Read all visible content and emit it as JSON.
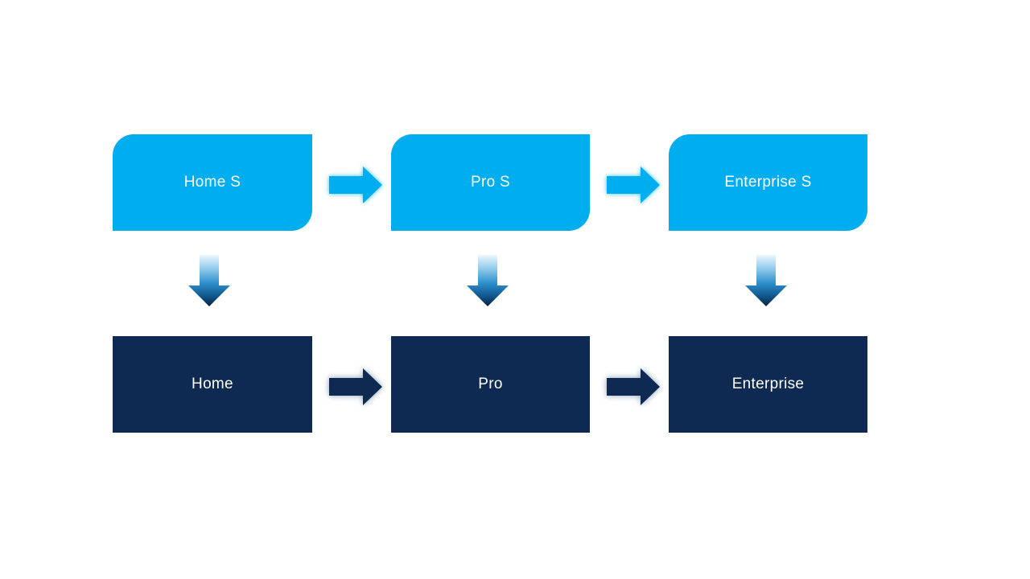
{
  "slide": {
    "background": "#FFFFFF"
  },
  "colors": {
    "box_light_blue": "#00AEEF",
    "box_dark_navy": "#0E2A52",
    "label_text": "#FFFFFF",
    "down_arrow_gradient": [
      "#EDF7FD",
      "#8CC8EA",
      "#2D8FCB",
      "#10568E",
      "#0A2240"
    ]
  },
  "diagram": {
    "type": "flow",
    "top_row": [
      {
        "label": "Home S"
      },
      {
        "label": "Pro S"
      },
      {
        "label": "Enterprise S"
      }
    ],
    "bottom_row": [
      {
        "label": "Home"
      },
      {
        "label": "Pro"
      },
      {
        "label": "Enterprise"
      }
    ],
    "icons": {
      "horizontal_connector": "right-arrow-icon",
      "vertical_connector": "down-arrow-icon"
    }
  }
}
